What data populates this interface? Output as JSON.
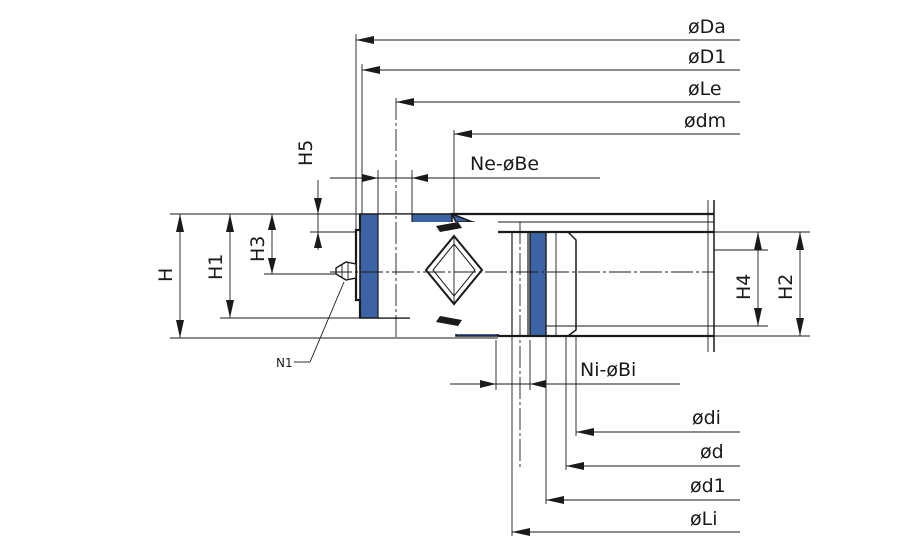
{
  "labels": {
    "outer_diameter": "øDa",
    "outer_ring_diameter": "øD1",
    "outer_bolt_circle": "øLe",
    "rolling_diameter": "ødm",
    "outer_holes": "Ne-øBe",
    "inner_holes": "Ni-øBi",
    "inner_diameter": "ødi",
    "inner_ring_diameter_d": "ød",
    "inner_ring_diameter_d1": "ød1",
    "inner_bolt_circle": "øLi",
    "height_total": "H",
    "height_h1": "H1",
    "height_h2": "H2",
    "height_h3": "H3",
    "height_h4": "H4",
    "height_h5": "H5",
    "grease_nipple": "N1"
  },
  "colors": {
    "ring_fill": "#3b63a6",
    "line": "#1a1a1a",
    "background": "#ffffff"
  }
}
